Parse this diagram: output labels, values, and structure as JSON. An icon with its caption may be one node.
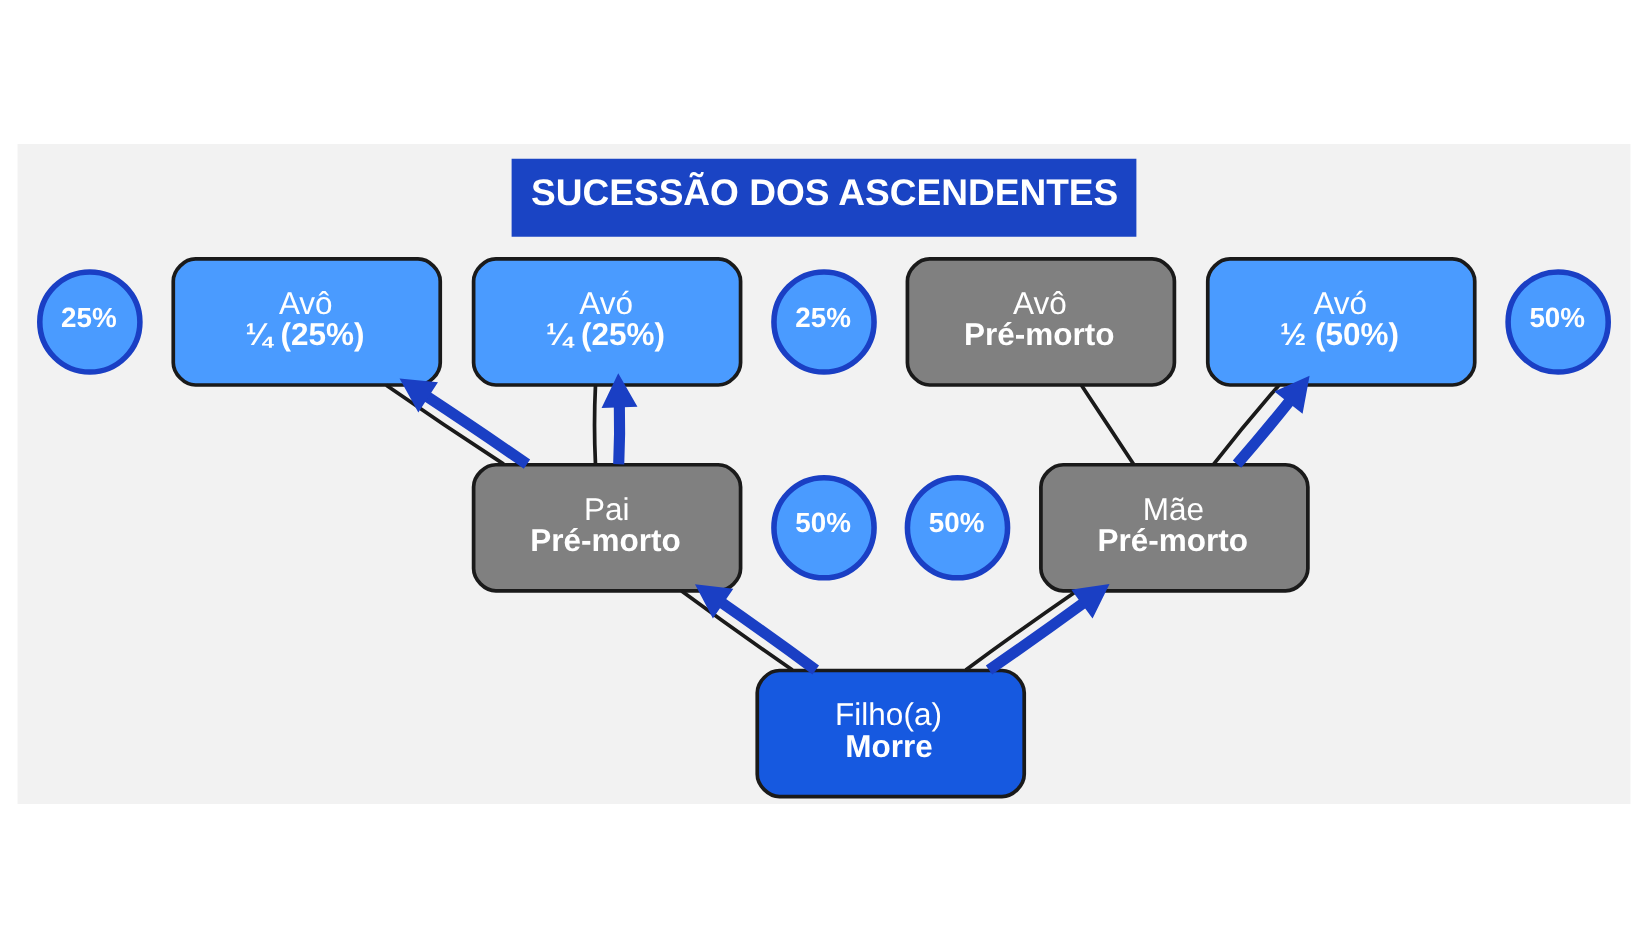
{
  "diagram": {
    "title": "SUCESSÃO DOS ASCENDENTES",
    "nodes": [
      {
        "text": [
          "Avô",
          "¼ (25%)"
        ]
      },
      {
        "text": [
          "Avó",
          "¼ (25%)"
        ]
      },
      {
        "text": [
          "Avô",
          "Pré-morto"
        ]
      },
      {
        "text": [
          "Avó",
          "½ (50%)"
        ]
      },
      {
        "text": [
          "25%"
        ]
      },
      {
        "text": [
          "25%"
        ]
      },
      {
        "text": [
          "50%"
        ]
      },
      {
        "text": [
          "Pai",
          "Pré-morto"
        ]
      },
      {
        "text": [
          "Mãe",
          "Pré-morto"
        ]
      },
      {
        "text": [
          "50%"
        ]
      },
      {
        "text": [
          "50%"
        ]
      },
      {
        "text": [
          "Filho(a)",
          "Morre"
        ]
      }
    ],
    "edges": [
      {
        "from": 11,
        "to": 7,
        "arrow": "none"
      },
      {
        "from": 11,
        "to": 8,
        "arrow": "none"
      },
      {
        "from": 7,
        "to": 0,
        "arrow": "none"
      },
      {
        "from": 7,
        "to": 1,
        "arrow": "none"
      },
      {
        "from": 8,
        "to": 2,
        "arrow": "none"
      },
      {
        "from": 8,
        "to": 3,
        "arrow": "none"
      },
      {
        "from": 11,
        "to": 7,
        "arrow": "to",
        "style": "thick",
        "color": "#1a3fc4"
      },
      {
        "from": 11,
        "to": 8,
        "arrow": "to",
        "style": "thick",
        "color": "#1a3fc4"
      },
      {
        "from": 7,
        "to": 0,
        "arrow": "to",
        "style": "thick",
        "color": "#1a3fc4"
      },
      {
        "from": 7,
        "to": 1,
        "arrow": "to",
        "style": "thick",
        "color": "#1a3fc4"
      },
      {
        "from": 8,
        "to": 3,
        "arrow": "to",
        "style": "thick",
        "color": "#1a3fc4"
      }
    ]
  }
}
